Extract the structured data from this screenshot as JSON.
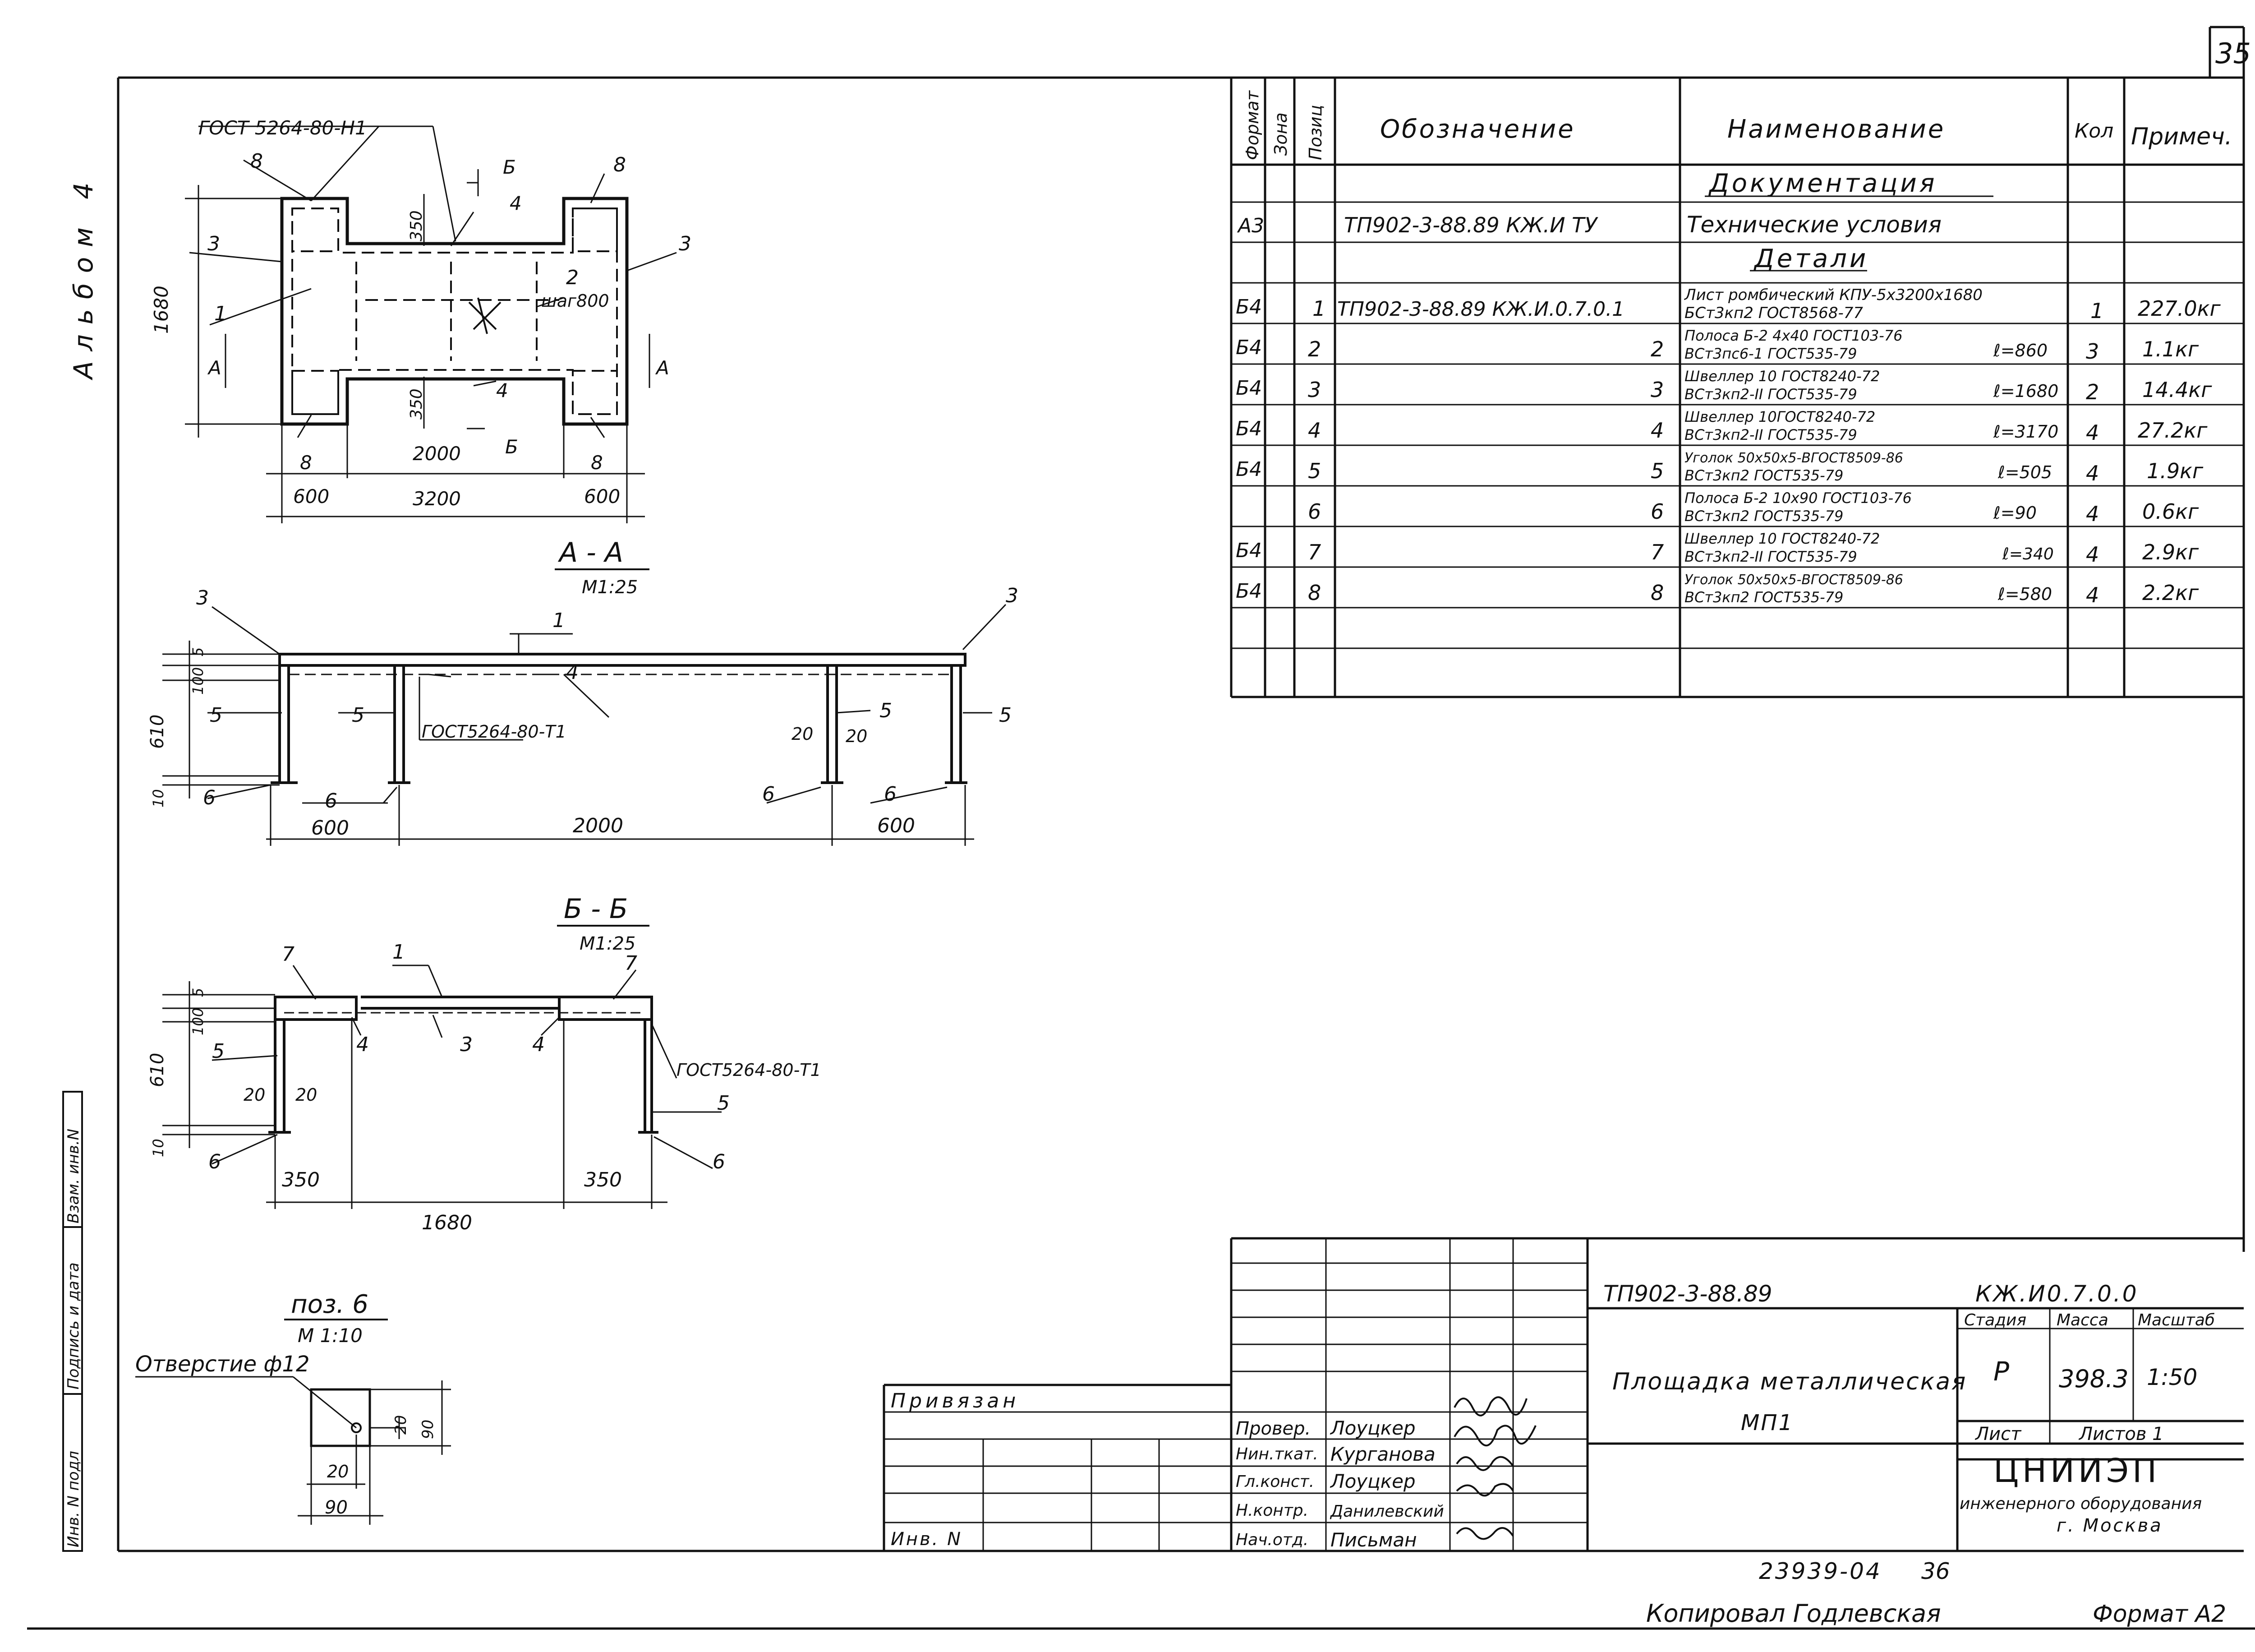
{
  "sheet_number": "35",
  "album_label": "Альбом 4",
  "plan": {
    "gost_weld": "ГОСТ 5264-80-Н1",
    "pos_8": "8",
    "pos_3": "3",
    "pos_1": "1",
    "pos_2": "2",
    "pos_4": "4",
    "step_note": "шаг800",
    "dim_350": "350",
    "dim_1680": "1680",
    "dim_600": "600",
    "dim_2000": "2000",
    "dim_3200": "3200",
    "cut_a": "А",
    "cut_b": "Б"
  },
  "section_aa": {
    "title": "А - А",
    "scale": "М1:25",
    "gost_weld": "ГОСТ5264-80-Т1",
    "dim_5": "5",
    "dim_100": "100",
    "dim_610": "610",
    "dim_10": "10",
    "dim_20": "20",
    "dim_600": "600",
    "dim_2000": "2000",
    "pos_1": "1",
    "pos_3": "3",
    "pos_4": "4",
    "pos_5": "5",
    "pos_6": "6"
  },
  "section_bb": {
    "title": "Б - Б",
    "scale": "М1:25",
    "gost_weld": "ГОСТ5264-80-Т1",
    "dim_5": "5",
    "dim_100": "100",
    "dim_610": "610",
    "dim_10": "10",
    "dim_20": "20",
    "dim_350": "350",
    "dim_1680": "1680",
    "pos_1": "1",
    "pos_3": "3",
    "pos_4": "4",
    "pos_5": "5",
    "pos_6": "6",
    "pos_7": "7"
  },
  "detail_pos6": {
    "title": "поз. 6",
    "scale": "М 1:10",
    "hole_label": "Отверстие ф12",
    "dim_20": "20",
    "dim_90": "90"
  },
  "spec_table": {
    "headers": {
      "format": "Формат",
      "zone": "Зона",
      "pos": "Позиц",
      "designation": "Обозначение",
      "name": "Наименование",
      "qty": "Кол",
      "note": "Примеч."
    },
    "section_docs": "Документация",
    "doc_row": {
      "format": "А3",
      "designation": "ТП902-3-88.89 КЖ.И ТУ",
      "name": "Технические условия"
    },
    "section_parts": "Детали",
    "rows": [
      {
        "format": "Б4",
        "pos": "1",
        "designation": "ТП902-3-88.89     КЖ.И.0.7.0.1",
        "name_a": "Лист ромбический КПУ-5x3200x1680",
        "name_b": "БСт3кп2 ГОСТ8568-77",
        "length": "",
        "qty": "1",
        "note": "227.0кг"
      },
      {
        "format": "Б4",
        "pos": "2",
        "designation": "2",
        "name_a": "Полоса Б-2 4x40 ГОСТ103-76",
        "name_b": "ВСт3пс6-1 ГОСТ535-79",
        "length": "ℓ=860",
        "qty": "3",
        "note": "1.1кг"
      },
      {
        "format": "Б4",
        "pos": "3",
        "designation": "3",
        "name_a": "Швеллер 10 ГОСТ8240-72",
        "name_b": "ВСт3кп2-II ГОСТ535-79",
        "length": "ℓ=1680",
        "qty": "2",
        "note": "14.4кг"
      },
      {
        "format": "Б4",
        "pos": "4",
        "designation": "4",
        "name_a": "Швеллер 10ГОСТ8240-72",
        "name_b": "ВСт3кп2-II ГОСТ535-79",
        "length": "ℓ=3170",
        "qty": "4",
        "note": "27.2кг"
      },
      {
        "format": "Б4",
        "pos": "5",
        "designation": "5",
        "name_a": "Уголок 50x50x5-ВГОСТ8509-86",
        "name_b": "ВСт3кп2 ГОСТ535-79",
        "length": "ℓ=505",
        "qty": "4",
        "note": "1.9кг"
      },
      {
        "format": "",
        "pos": "6",
        "designation": "6",
        "name_a": "Полоса Б-2 10x90 ГОСТ103-76",
        "name_b": "ВСт3кп2 ГОСТ535-79",
        "length": "ℓ=90",
        "qty": "4",
        "note": "0.6кг"
      },
      {
        "format": "Б4",
        "pos": "7",
        "designation": "7",
        "name_a": "Швеллер 10 ГОСТ8240-72",
        "name_b": "ВСт3кп2-II ГОСТ535-79",
        "length": "ℓ=340",
        "qty": "4",
        "note": "2.9кг"
      },
      {
        "format": "Б4",
        "pos": "8",
        "designation": "8",
        "name_a": "Уголок 50x50x5-ВГОСТ8509-86",
        "name_b": "ВСт3кп2 ГОСТ535-79",
        "length": "ℓ=580",
        "qty": "4",
        "note": "2.2кг"
      }
    ]
  },
  "left_stamp": {
    "inv_podl": "Инв. N подл",
    "podpis_data": "Подпись и дата",
    "vzam_inv": "Взам. инв.N"
  },
  "title_block": {
    "project": "ТП902-3-88.89",
    "code": "КЖ.И0.7.0.0",
    "title_line1": "Площадка металлическая",
    "title_line2": "МП1",
    "stage_label": "Стадия",
    "mass_label": "Масса",
    "scale_label": "Масштаб",
    "stage": "Р",
    "mass": "398.3",
    "scale": "1:50",
    "sheet_label": "Лист",
    "sheets_label": "Листов 1",
    "org_line1": "ЦНИИЭП",
    "org_line2": "инженерного оборудования",
    "org_line3": "г. Москва",
    "privyazan": "Привязан",
    "inv_n": "Инв. N",
    "staff": [
      {
        "role": "Провер.",
        "name": "Лоуцкер"
      },
      {
        "role": "Нин.ткат.",
        "name": "Курганова"
      },
      {
        "role": "Гл.конст.",
        "name": "Лоуцкер"
      },
      {
        "role": "Н.контр.",
        "name": "Данилевский"
      },
      {
        "role": "Нач.отд.",
        "name": "Письман"
      }
    ]
  },
  "footer": {
    "doc_number": "23939-04",
    "page": "36",
    "copied_by": "Копировал Годлевская",
    "format": "Формат А2"
  }
}
